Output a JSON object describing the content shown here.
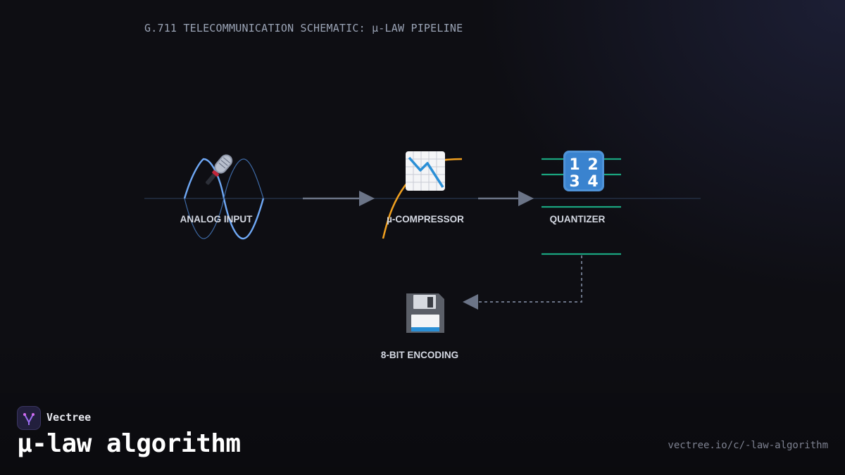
{
  "diagram": {
    "title": "G.711 TELECOMMUNICATION SCHEMATIC: µ-LAW PIPELINE",
    "nodes": {
      "analog_input": {
        "label": "ANALOG INPUT",
        "icon": "microphone-icon"
      },
      "compressor": {
        "label": "µ-COMPRESSOR",
        "icon": "chart-decreasing-icon"
      },
      "quantizer": {
        "label": "QUANTIZER",
        "icon": "input-numbers-icon"
      },
      "encoding": {
        "label": "8-BIT ENCODING",
        "icon": "floppy-disk-icon"
      }
    },
    "colors": {
      "signal_wave": "#6fa8f5",
      "compression_curve": "#f0a020",
      "quantizer_levels": "#1aa57f",
      "arrow": "#6b7487",
      "axis": "#1e2738"
    }
  },
  "brand": {
    "name": "Vectree",
    "page_title": "µ-law algorithm",
    "url": "vectree.io/c/-law-algorithm"
  }
}
